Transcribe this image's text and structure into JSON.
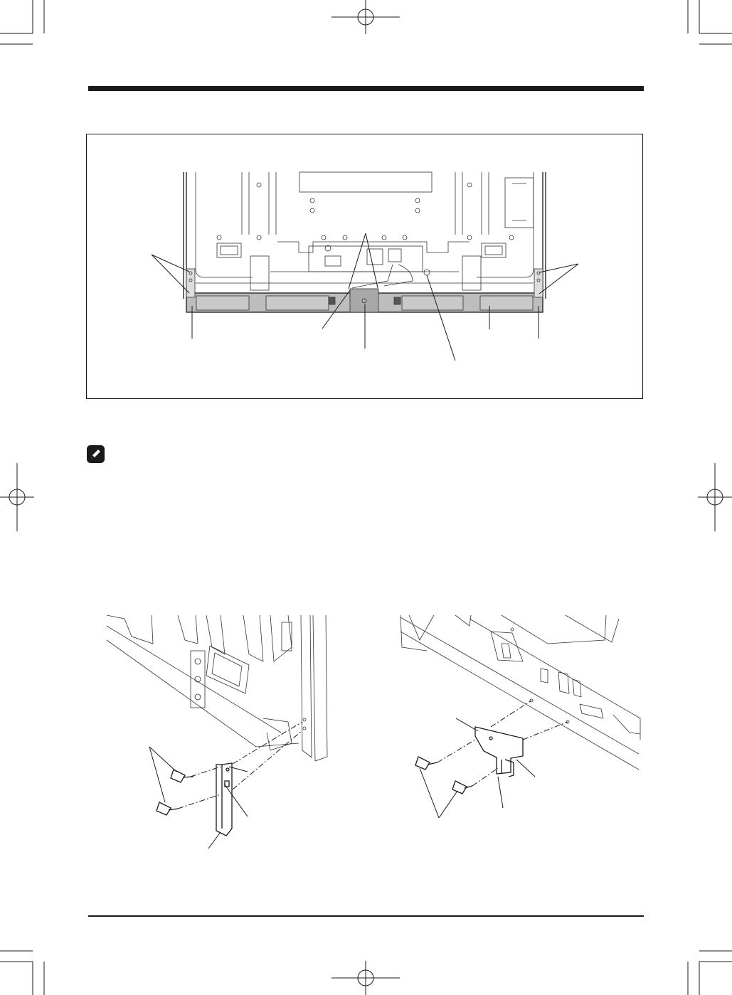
{
  "page": {
    "header_rule_color": "#1a1a1a",
    "frame_color": "#1a1a1a"
  },
  "figures": {
    "main": {
      "description_icon": "panel-rear-diagram"
    },
    "left_detail": {
      "description_icon": "side-bracket-attachment-diagram"
    },
    "right_detail": {
      "description_icon": "center-bracket-attachment-diagram"
    }
  },
  "note": {
    "icon": "pencil-note-icon"
  },
  "icons": {
    "registration_mark": "crosshair-registration-icon",
    "crop_mark": "crop-mark-icon"
  }
}
